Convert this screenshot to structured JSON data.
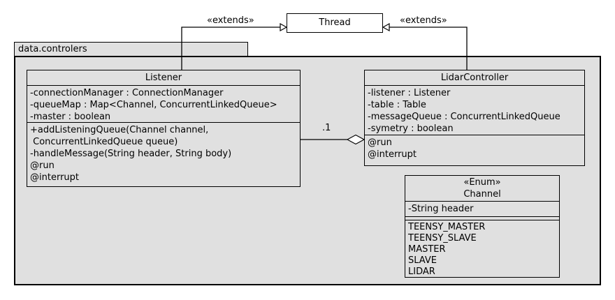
{
  "package": {
    "label": "data.controlers"
  },
  "thread": {
    "label": "Thread"
  },
  "edges": {
    "extends_left_label": "«extends»",
    "extends_right_label": "«extends»",
    "aggregation_label": ".1"
  },
  "classes": {
    "listener": {
      "title": "Listener",
      "attributes": [
        "-connectionManager : ConnectionManager",
        "-queueMap : Map<Channel, ConcurrentLinkedQueue>",
        "-master : boolean"
      ],
      "methods": [
        "+addListeningQueue(Channel channel,",
        " ConcurrentLinkedQueue queue)",
        "-handleMessage(String header, String body)",
        "@run",
        "@interrupt"
      ]
    },
    "lidar_controller": {
      "title": "LidarController",
      "attributes": [
        "-listener : Listener",
        "-table : Table",
        "-messageQueue : ConcurrentLinkedQueue",
        "-symetry : boolean"
      ],
      "methods": [
        "@run",
        "@interrupt"
      ]
    },
    "channel_enum": {
      "stereotype": "«Enum»",
      "title": "Channel",
      "attributes": [
        "-String header"
      ],
      "values": [
        "TEENSY_MASTER",
        "TEENSY_SLAVE",
        "MASTER",
        "SLAVE",
        "LIDAR"
      ]
    }
  },
  "colors": {
    "package_fill": "#e0e0e0",
    "node_fill": "#e0e0e0",
    "thread_fill": "#ffffff",
    "border": "#000000"
  }
}
